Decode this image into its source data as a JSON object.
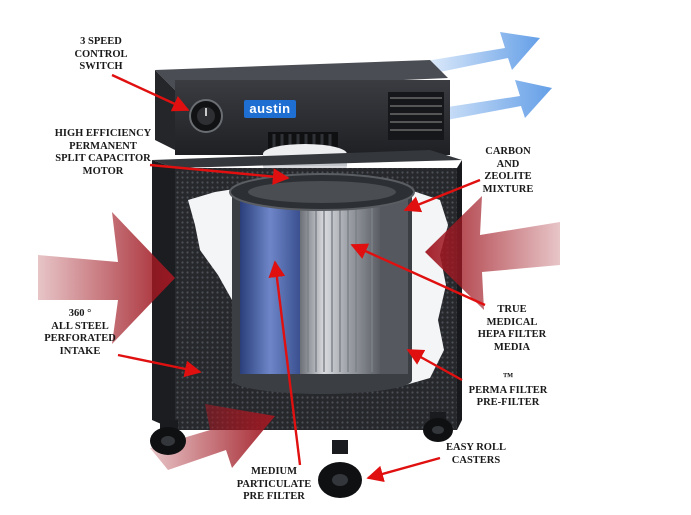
{
  "brand": {
    "logo_text": "austin",
    "logo_color": "#1e6fd1"
  },
  "colors": {
    "callout_arrow": "#e01010",
    "airflow_in": "#a01822",
    "airflow_out": "#5c9ae6",
    "housing": "#2b2d31"
  },
  "callouts": [
    {
      "id": "speed-switch",
      "text": "3 SPEED\nCONTROL\nSWITCH"
    },
    {
      "id": "motor",
      "text": "HIGH EFFICIENCY\nPERMANENT\nSPLIT CAPACITOR\nMOTOR"
    },
    {
      "id": "carbon",
      "text": "CARBON\nAND\nZEOLITE\nMIXTURE"
    },
    {
      "id": "hepa",
      "text": "TRUE\nMEDICAL\nHEPA FILTER\nMEDIA"
    },
    {
      "id": "intake",
      "text": "360 °\nALL STEEL\nPERFORATED\nINTAKE"
    },
    {
      "id": "perma",
      "text": "™\nPERMA FILTER\nPRE-FILTER"
    },
    {
      "id": "casters",
      "text": "EASY ROLL\nCASTERS"
    },
    {
      "id": "medium",
      "text": "MEDIUM\nPARTICULATE\nPRE FILTER"
    }
  ]
}
